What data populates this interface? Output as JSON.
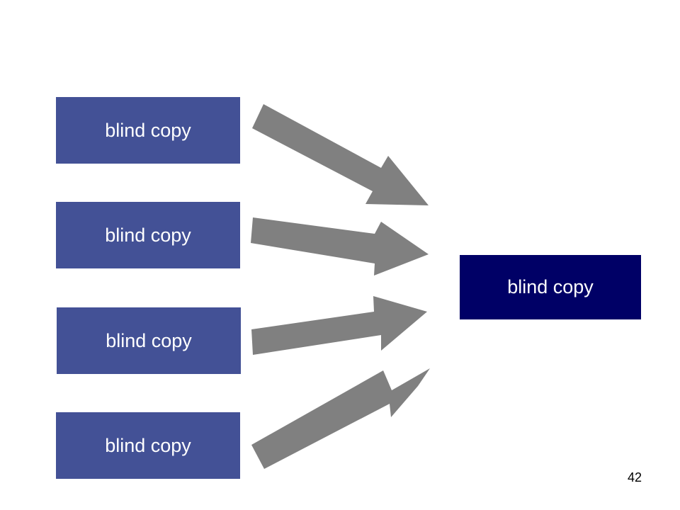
{
  "colors": {
    "source_box": "#435196",
    "target_box": "#000066",
    "arrow": "#808080",
    "text": "#ffffff"
  },
  "sources": [
    {
      "label": "blind copy"
    },
    {
      "label": "blind copy"
    },
    {
      "label": "blind copy"
    },
    {
      "label": "blind copy"
    }
  ],
  "target": {
    "label": "blind copy"
  },
  "page_number": "42"
}
